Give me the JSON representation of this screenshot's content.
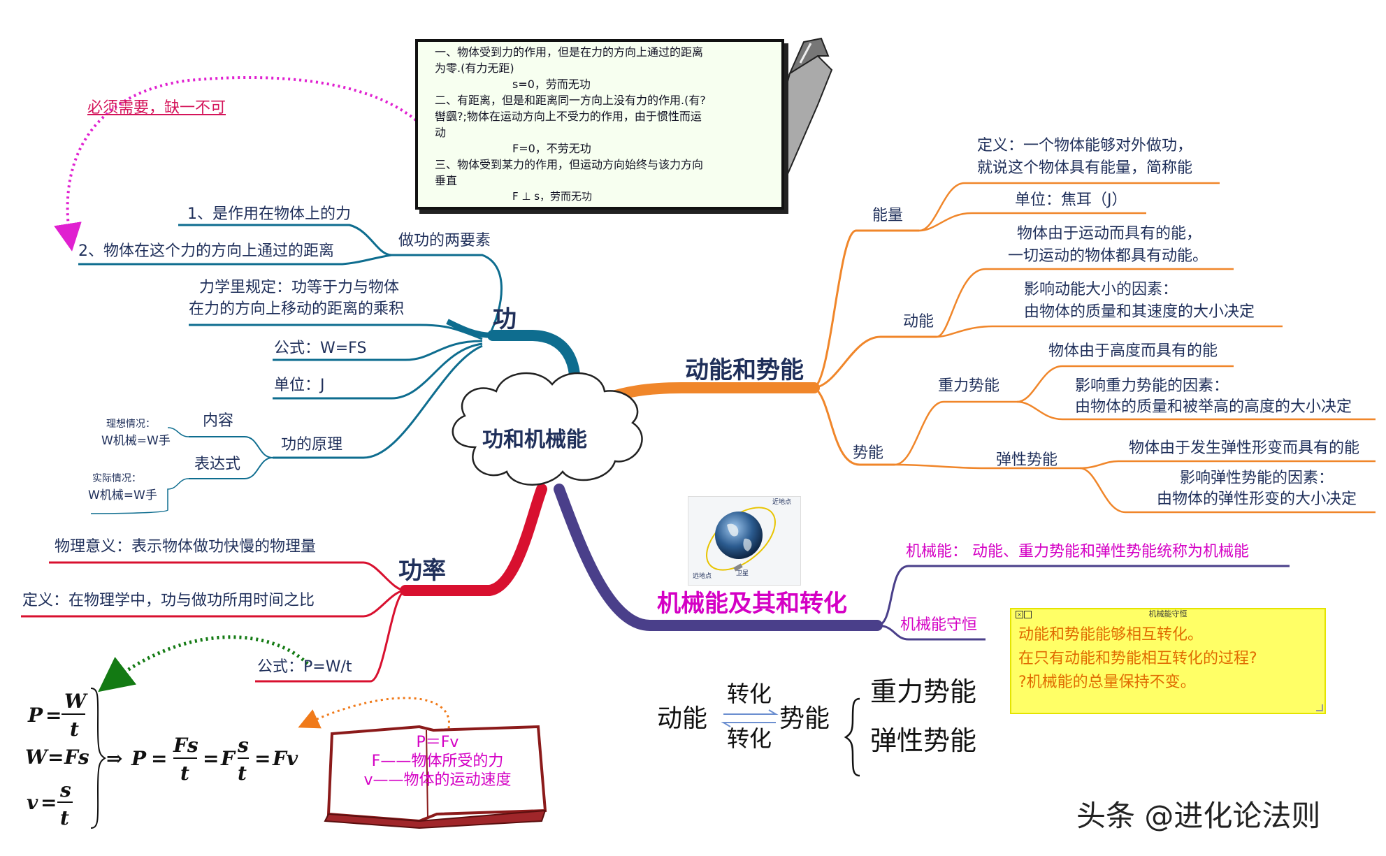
{
  "center": {
    "title": "功和机械能"
  },
  "work": {
    "title": "功",
    "two_elements": "做功的两要素",
    "element1": "1、是作用在物体上的力",
    "element2": "2、物体在这个力的方向上通过的距离",
    "necessary": "必须需要，缺一不可",
    "definition_line1": "力学里规定：功等于力与物体",
    "definition_line2": "在力的方向上移动的距离的乘积",
    "formula": "公式：W=FS",
    "unit": "单位：J",
    "principle": "功的原理",
    "content": "内容",
    "expression": "表达式",
    "ideal_label": "理想情况：",
    "ideal_formula": "W机械=W手",
    "actual_label": "实际情况：",
    "actual_formula": "W机械=W手"
  },
  "no_work_note": {
    "line1": "一、物体受到力的作用，但是在力的方向上通过的距离",
    "line2": "为零.(有力无距)",
    "line3": "s=0，劳而无功",
    "line4": "二、有距离，但是和距离同一方向上没有力的作用.(有?",
    "line5": "辔颻?;物体在运动方向上不受力的作用，由于惯性而运",
    "line6": "动",
    "line7": "F=0，不劳无功",
    "line8": "三、物体受到某力的作用，但运动方向始终与该力方向",
    "line9": "垂直",
    "line10": "F ⊥ s，劳而无功"
  },
  "power": {
    "title": "功率",
    "meaning": "物理意义：表示物体做功快慢的物理量",
    "definition": "定义：在物理学中，功与做功所用时间之比",
    "formula": "公式：P=W/t",
    "book_line1": "P＝Fv",
    "book_line2": "F——物体所受的力",
    "book_line3": "v——物体的运动速度"
  },
  "derivation": {
    "P": "P",
    "eq": "=",
    "W": "W",
    "t": "t",
    "F": "F",
    "s": "s",
    "v": "v",
    "arrow": "⇒",
    "Fs": "Fs",
    "Fv": "Fv"
  },
  "energy": {
    "title": "动能和势能",
    "energy": "能量",
    "energy_def1": "定义：一个物体能够对外做功，",
    "energy_def2": "就说这个物体具有能量，简称能",
    "energy_unit": "单位：焦耳（J）",
    "kinetic": "动能",
    "kinetic_def1": "物体由于运动而具有的能，",
    "kinetic_def2": "一切运动的物体都具有动能。",
    "kinetic_factor1": "影响动能大小的因素：",
    "kinetic_factor2": "由物体的质量和其速度的大小决定",
    "potential": "势能",
    "gravity": "重力势能",
    "gravity_def": "物体由于高度而具有的能",
    "gravity_factor1": "影响重力势能的因素：",
    "gravity_factor2": "由物体的质量和被举高的高度的大小决定",
    "elastic": "弹性势能",
    "elastic_def": "物体由于发生弹性形变而具有的能",
    "elastic_factor1": "影响弹性势能的因素：",
    "elastic_factor2": "由物体的弹性形变的大小决定"
  },
  "mechanical": {
    "title": "机械能及其和转化",
    "definition": "机械能：  动能、重力势能和弹性势能统称为机械能",
    "conservation": "机械能守恒",
    "note_title": "机械能守恒",
    "note_line1": "动能和势能能够相互转化。",
    "note_line2": "在只有动能和势能相互转化的过程?",
    "note_line3": "?机械能的总量保持不变。",
    "earth_near": "近地点",
    "earth_far": "远地点",
    "satellite": "卫星"
  },
  "conversion": {
    "kinetic": "动能",
    "potential": "势能",
    "convert_top": "转化",
    "convert_bottom": "转化",
    "gravity": "重力势能",
    "elastic": "弹性势能"
  },
  "watermark": "头条 @进化论法则",
  "colors": {
    "work_branch": "#0e6d8f",
    "energy_branch": "#f0862a",
    "power_branch": "#d8102f",
    "mechanical_branch": "#4a3f8a",
    "pink_label": "#d4145a",
    "magenta_label": "#d400c4"
  }
}
